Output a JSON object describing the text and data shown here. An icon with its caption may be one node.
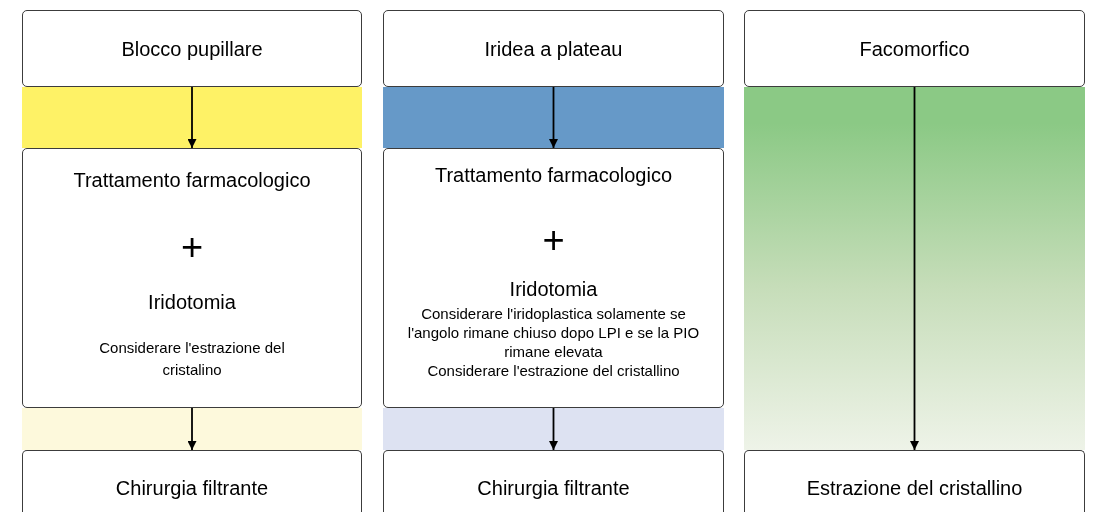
{
  "diagram": {
    "nodes": [
      {
        "text": [
          "Blocco pupillare"
        ]
      },
      {
        "text": [
          "Iridea a plateau"
        ]
      },
      {
        "text": [
          "Facomorfico"
        ]
      },
      {
        "text": [
          "Trattamento farmacologico",
          "+",
          "Iridotomia",
          "Considerare l'estrazione del cristalino"
        ]
      },
      {
        "text": [
          "Trattamento farmacologico",
          "+",
          "Iridotomia",
          "Considerare l'iridoplastica solamente se l'angolo rimane chiuso dopo LPI e se la PIO rimane elevata",
          "Considerare l'estrazione del cristallino"
        ]
      },
      {
        "text": [
          "Chirurgia filtrante"
        ]
      },
      {
        "text": [
          "Chirurgia filtrante"
        ]
      },
      {
        "text": [
          "Estrazione del cristallino"
        ]
      }
    ],
    "edges": [
      {
        "from": 0,
        "to": 3,
        "arrow": "to"
      },
      {
        "from": 3,
        "to": 5,
        "arrow": "to"
      },
      {
        "from": 1,
        "to": 4,
        "arrow": "to"
      },
      {
        "from": 4,
        "to": 6,
        "arrow": "to"
      },
      {
        "from": 2,
        "to": 7,
        "arrow": "to"
      }
    ]
  }
}
